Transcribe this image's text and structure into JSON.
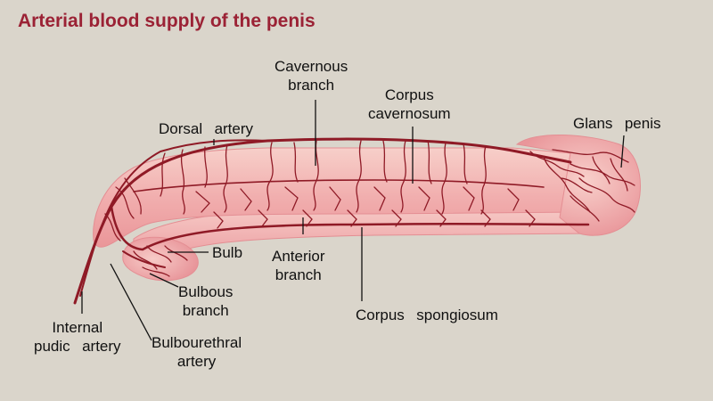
{
  "title": "Arterial blood supply of the penis",
  "colors": {
    "background": "#dad5cb",
    "title": "#9b2235",
    "artery": "#8f1a26",
    "tissue": "#eea3a8",
    "tissue_highlight": "#f6c6c3",
    "leader": "#111111"
  },
  "labels": {
    "cavernous_branch": "Cavernous\nbranch",
    "corpus_cavernosum": "Corpus\ncavernosum",
    "dorsal_artery": "Dorsal  artery",
    "glans_penis": "Glans  penis",
    "bulb": "Bulb",
    "anterior_branch": "Anterior\nbranch",
    "bulbous_branch": "Bulbous\nbranch",
    "corpus_spongiosum": "Corpus  spongiosum",
    "internal_pudic_artery": "Internal\npudic  artery",
    "bulbourethral_artery": "Bulbourethral\nartery"
  }
}
